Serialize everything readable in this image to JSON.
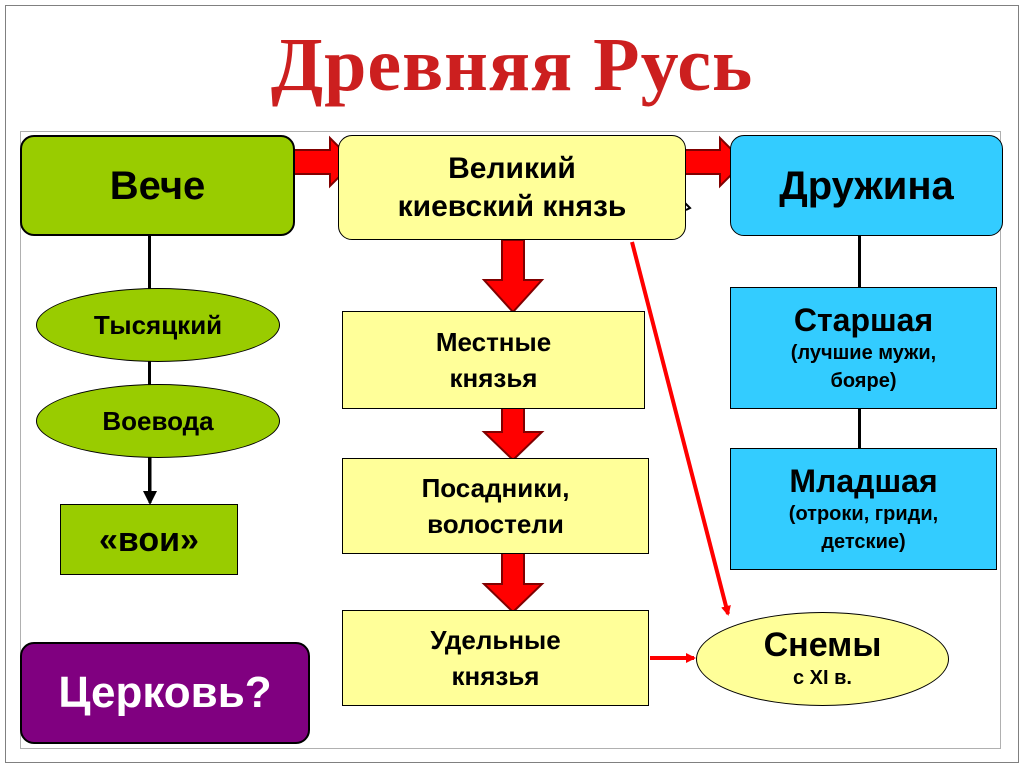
{
  "title": "Древняя Русь",
  "veche": "Вече",
  "grand_prince": {
    "line1": "Великий",
    "line2": "киевский князь"
  },
  "druzhina": "Дружина",
  "tysyatsky": "Тысяцкий",
  "voevoda": "Воевода",
  "voi": "«вои»",
  "church": "Церковь?",
  "local_princes": {
    "line1": "Местные",
    "line2": "князья"
  },
  "posadniki": {
    "line1": "Посадники,",
    "line2": "волостели"
  },
  "udelnye": {
    "line1": "Удельные",
    "line2": "князья"
  },
  "senior": {
    "title": "Старшая",
    "line1": "(лучшие мужи,",
    "line2": "бояре)"
  },
  "junior": {
    "title": "Младшая",
    "line1": "(отроки, гриди,",
    "line2": "детские)"
  },
  "snemy": {
    "title": "Снемы",
    "sub": "с XI в."
  },
  "colors": {
    "title": "#cc1f1f",
    "green": "#99cc00",
    "yellow": "#ffff99",
    "blue": "#33ccff",
    "purple": "#800080",
    "arrow": "#ff0000"
  }
}
